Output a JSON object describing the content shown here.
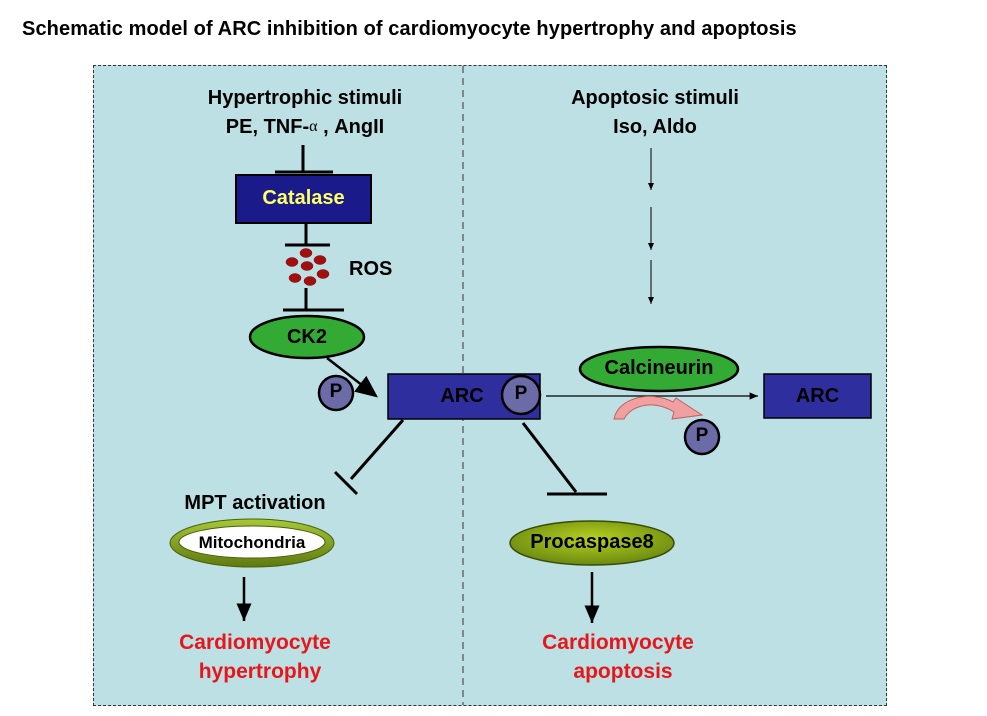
{
  "title": "Schematic model of ARC inhibition of cardiomyocyte hypertrophy and apoptosis",
  "left_panel": {
    "stimuli_heading": "Hypertrophic stimuli",
    "stimuli_agents_prefix": "PE, TNF-",
    "stimuli_agents_symbol": "α",
    "stimuli_agents_suffix": " , AngII",
    "catalase": "Catalase",
    "ros": "ROS",
    "ck2": "CK2",
    "phospho": "P",
    "arc": "ARC",
    "arc_phospho": "P",
    "mpt": "MPT activation",
    "mitochondria": "Mitochondria",
    "outcome_line1": "Cardiomyocyte",
    "outcome_line2": "hypertrophy"
  },
  "right_panel": {
    "stimuli_heading": "Apoptosic stimuli",
    "stimuli_agents": "Iso, Aldo",
    "calcineurin": "Calcineurin",
    "arc": "ARC",
    "released_phospho": "P",
    "procaspase": "Procaspase8",
    "outcome_line1": "Cardiomyocyte",
    "outcome_line2": "apoptosis"
  },
  "colors": {
    "panel_bg": "#bce0e3",
    "box_blue": "#2e2e9e",
    "catalase_box": "#1a1a8a",
    "catalase_text": "#ffff66",
    "ck2_green": "#33aa33",
    "phospho_circle": "#6b6ba8",
    "ros_dots": "#a30f0f",
    "outcome_red": "#e8161b",
    "curved_arrow": "#f0a0a0"
  }
}
